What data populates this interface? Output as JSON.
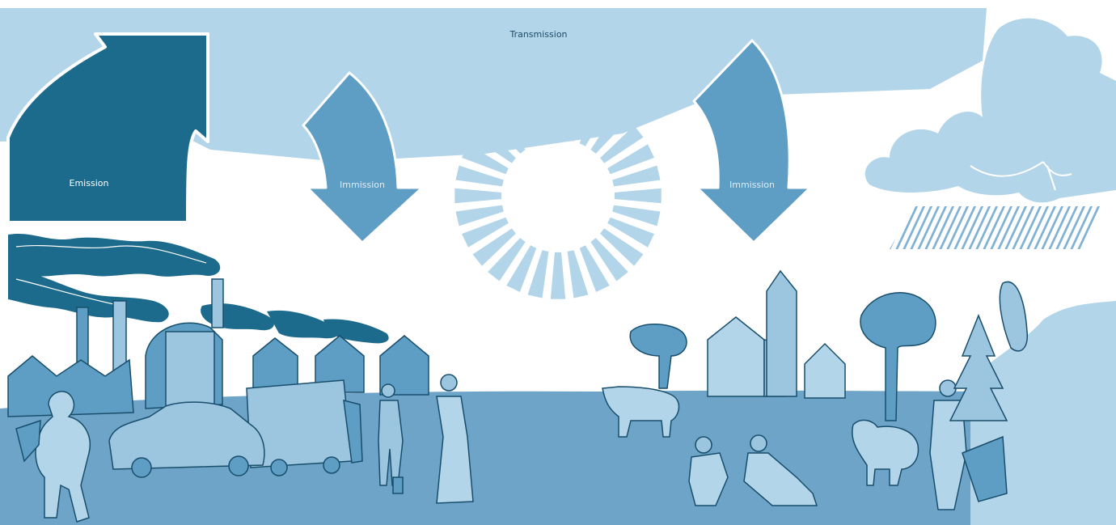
{
  "labels": {
    "transmission": "Transmission",
    "emission": "Emission",
    "immission_left": "Immission",
    "immission_right": "Immission"
  },
  "colors": {
    "sky": "#b3d5e9",
    "dark": "#1d6b8c",
    "mid": "#5f9ec4",
    "light": "#9cc5df",
    "pale": "#c9e2f1",
    "ground": "#6ea4c8",
    "outline": "#184e6c",
    "white": "#ffffff"
  },
  "icons": [
    "sun-icon",
    "cloud-icon",
    "rain-icon",
    "factory-icon",
    "smoke-icon",
    "car-icon",
    "truck-icon",
    "person-icon",
    "cow-icon",
    "sheep-icon",
    "tree-icon",
    "house-icon",
    "tower-icon"
  ]
}
